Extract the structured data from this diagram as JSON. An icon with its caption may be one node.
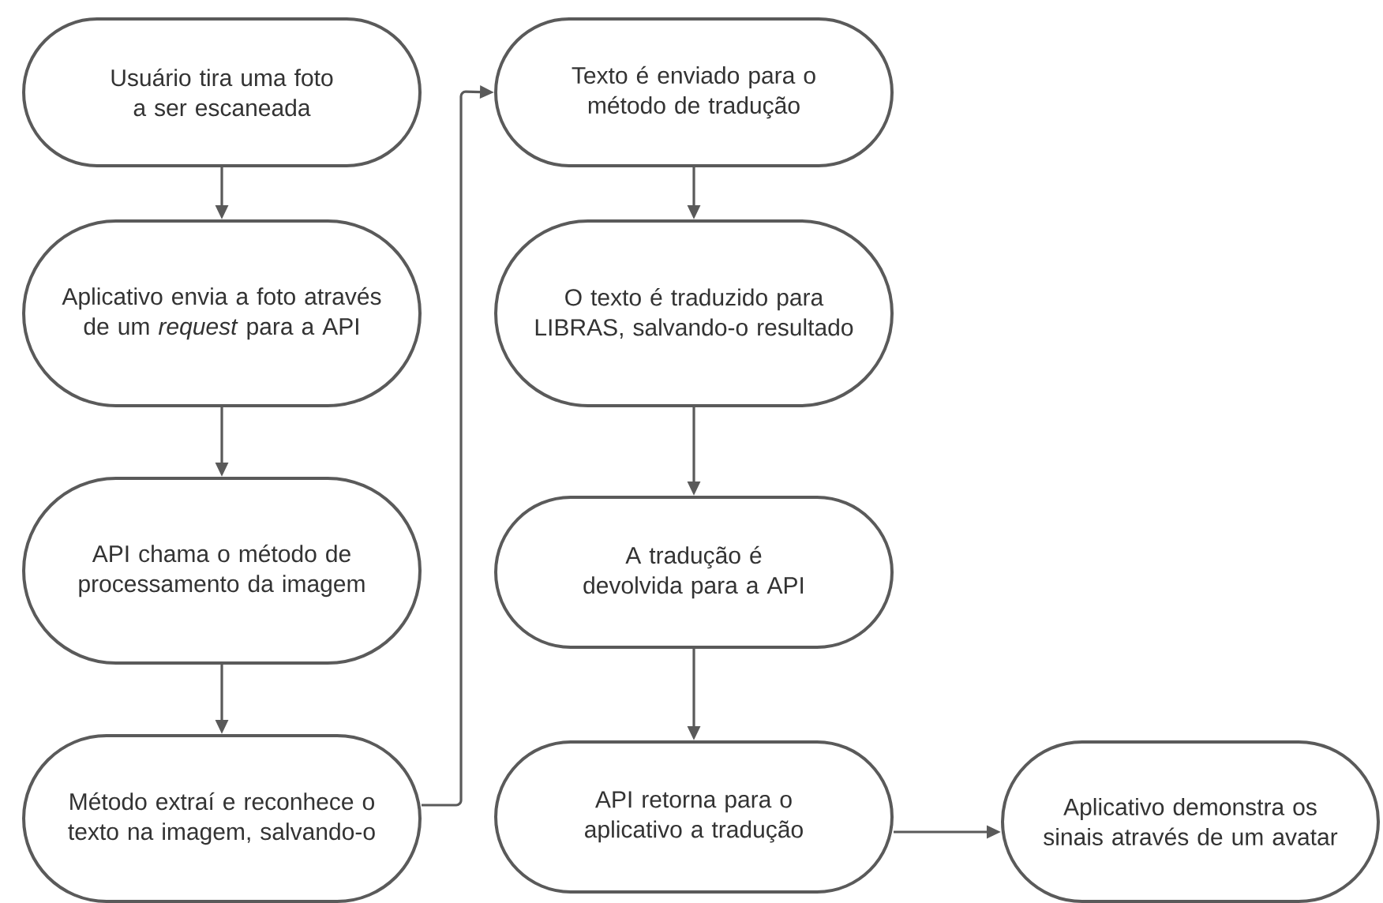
{
  "diagram": {
    "nodes": [
      {
        "text": [
          "Usuário tira uma foto a ser escaneada"
        ]
      },
      {
        "text": [
          "Aplicativo envia a foto através de um *request* para a API"
        ]
      },
      {
        "text": [
          "API chama o método de processamento da imagem"
        ]
      },
      {
        "text": [
          "Método extraí e reconhece o texto na imagem, salvando-o"
        ]
      },
      {
        "text": [
          "Texto é enviado para o método de tradução"
        ]
      },
      {
        "text": [
          "O texto é traduzido para LIBRAS, salvando-o resultado"
        ]
      },
      {
        "text": [
          "A tradução é devolvida para a API"
        ]
      },
      {
        "text": [
          "API retorna para o aplicativo a tradução"
        ]
      },
      {
        "text": [
          "Aplicativo demonstra os sinais através de um avatar"
        ]
      }
    ],
    "edges": [
      {
        "from": 0,
        "to": 1,
        "arrow": "to"
      },
      {
        "from": 1,
        "to": 2,
        "arrow": "to"
      },
      {
        "from": 2,
        "to": 3,
        "arrow": "to"
      },
      {
        "from": 3,
        "to": 4,
        "arrow": "to"
      },
      {
        "from": 4,
        "to": 5,
        "arrow": "to"
      },
      {
        "from": 5,
        "to": 6,
        "arrow": "to"
      },
      {
        "from": 6,
        "to": 7,
        "arrow": "to"
      },
      {
        "from": 7,
        "to": 8,
        "arrow": "to"
      }
    ]
  }
}
